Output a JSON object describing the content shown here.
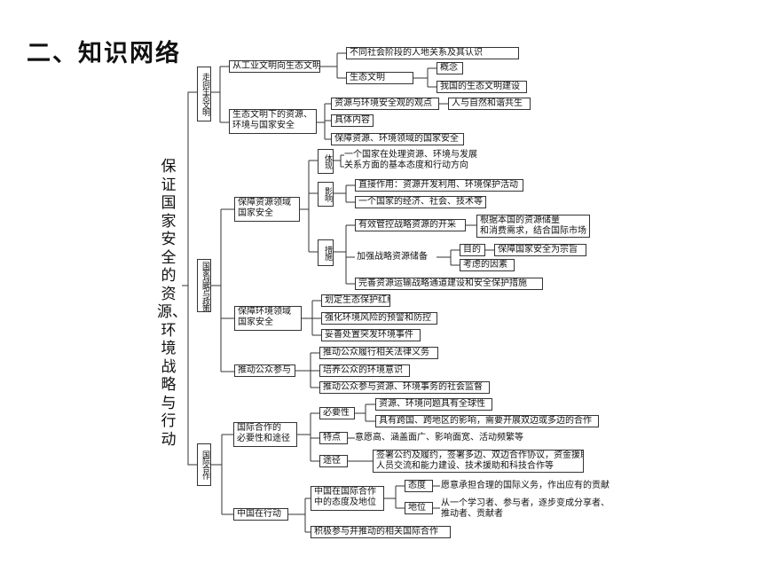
{
  "title": "二、知识网络",
  "root": "保证国家安全的资源、环境战略与行动",
  "s1": {
    "label": "走向生态文明",
    "a": "从工业文明向生态文明转变",
    "a1": "不同社会阶段的人地关系及其认识",
    "a2": "生态文明",
    "a2a": "概念",
    "a2b": "我国的生态文明建设",
    "b": [
      "生态文明下的资源、",
      "环境与国家安全"
    ],
    "b1": "资源与环境安全观的观点",
    "b1a": "人与自然和谐共生",
    "b2": "具体内容",
    "b3": "保障资源、环境领域的国家安全"
  },
  "s2": {
    "label": "国家战略与政策",
    "c": [
      "保障资源领域",
      "国家安全"
    ],
    "c1": "体现",
    "c1a": [
      "一个国家在处理资源、环境与发展",
      "关系方面的基本态度和行动方向"
    ],
    "c2": "影响",
    "c2a": "直接作用：资源开发利用、环境保护活动",
    "c2b": "一个国家的经济、社会、技术等",
    "c3": "措施",
    "c3a": "有效管控战略资源的开采",
    "c3a1": [
      "根据本国的资源储量",
      "和消费需求，结合国际市场"
    ],
    "c3b": "加强战略资源储备",
    "c3b1": "目的",
    "c3b1a": "保障国家安全为宗旨",
    "c3b2": "考虑的因素",
    "c3c": "完善资源运输战略通道建设和安全保护措施",
    "d": [
      "保障环境领域",
      "国家安全"
    ],
    "d1": "划定生态保护红线",
    "d2": "强化环境风险的预警和防控",
    "d3": "妥善处置突发环境事件",
    "e": "推动公众参与",
    "e1": "推动公众履行相关法律义务",
    "e2": "培养公众的环境意识",
    "e3": "推动公众参与资源、环境事务的社会监督"
  },
  "s3": {
    "label": "国际合作",
    "f": [
      "国际合作的",
      "必要性和途径"
    ],
    "f1": "必要性",
    "f1a": "资源、环境问题具有全球性",
    "f1b": "具有跨国、跨地区的影响，需要开展双边或多边的合作",
    "f2": "特点",
    "f2a": "意愿高、涵盖面广、影响面宽、活动频繁等",
    "f3": "途径",
    "f3a": [
      "签署公约及履约，签署多边、双边合作协议，资金援助，",
      "人员交流和能力建设、技术援助和科技合作等"
    ],
    "g": "中国在行动",
    "g1": [
      "中国在国际合作",
      "中的态度及地位"
    ],
    "g1a": "态度",
    "g1a1": "愿意承担合理的国际义务，作出应有的贡献",
    "g1b": "地位",
    "g1b1": [
      "从一个学习者、参与者，逐步变成分享者、",
      "推动者、贡献者"
    ],
    "g2": "积极参与并推动的相关国际合作"
  }
}
